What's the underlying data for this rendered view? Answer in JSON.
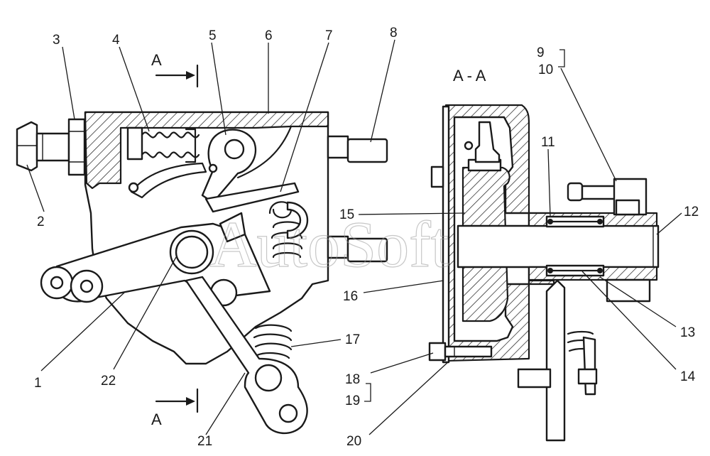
{
  "section_marks": {
    "top": "A",
    "bottom": "A",
    "view_title": "A - A"
  },
  "watermark": "AutoSoft",
  "callouts": [
    {
      "id": "1",
      "label": "1"
    },
    {
      "id": "2",
      "label": "2"
    },
    {
      "id": "3",
      "label": "3"
    },
    {
      "id": "4",
      "label": "4"
    },
    {
      "id": "5",
      "label": "5"
    },
    {
      "id": "6",
      "label": "6"
    },
    {
      "id": "7",
      "label": "7"
    },
    {
      "id": "8",
      "label": "8"
    },
    {
      "id": "9",
      "label": "9"
    },
    {
      "id": "10",
      "label": "10"
    },
    {
      "id": "11",
      "label": "11"
    },
    {
      "id": "12",
      "label": "12"
    },
    {
      "id": "13",
      "label": "13"
    },
    {
      "id": "14",
      "label": "14"
    },
    {
      "id": "15",
      "label": "15"
    },
    {
      "id": "16",
      "label": "16"
    },
    {
      "id": "17",
      "label": "17"
    },
    {
      "id": "18",
      "label": "18"
    },
    {
      "id": "19",
      "label": "19"
    },
    {
      "id": "20",
      "label": "20"
    },
    {
      "id": "21",
      "label": "21"
    },
    {
      "id": "22",
      "label": "22"
    }
  ]
}
